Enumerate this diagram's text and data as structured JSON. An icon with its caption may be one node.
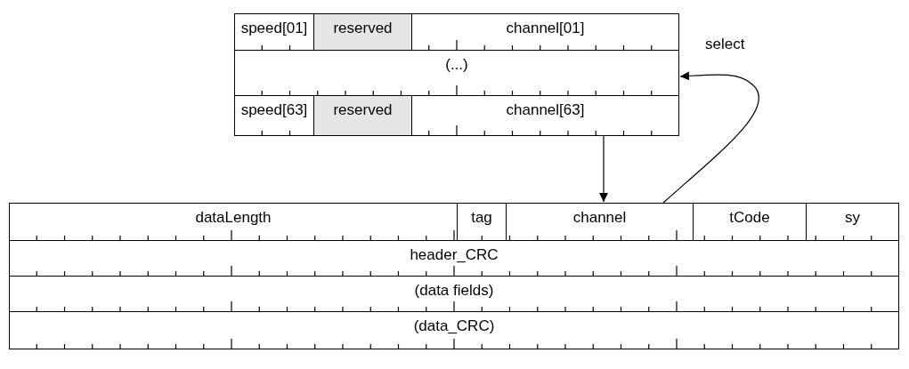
{
  "diagram": {
    "nodes": [
      {
        "text": [
          "speed[01]"
        ]
      },
      {
        "text": [
          "reserved"
        ]
      },
      {
        "text": [
          "channel[01]"
        ]
      },
      {
        "text": [
          "(...)"
        ]
      },
      {
        "text": [
          "speed[63]"
        ]
      },
      {
        "text": [
          "reserved"
        ]
      },
      {
        "text": [
          "channel[63]"
        ]
      },
      {
        "text": [
          "dataLength"
        ]
      },
      {
        "text": [
          "tag"
        ]
      },
      {
        "text": [
          "channel"
        ]
      },
      {
        "text": [
          "tCode"
        ]
      },
      {
        "text": [
          "sy"
        ]
      },
      {
        "text": [
          "header_CRC"
        ]
      },
      {
        "text": [
          "(data fields)"
        ]
      },
      {
        "text": [
          "(data_CRC)"
        ]
      }
    ],
    "edges": [
      {
        "from": 6,
        "to": 9,
        "arrow": "to"
      },
      {
        "from": 9,
        "to": 3,
        "arrow": "to",
        "label": "select"
      }
    ]
  }
}
